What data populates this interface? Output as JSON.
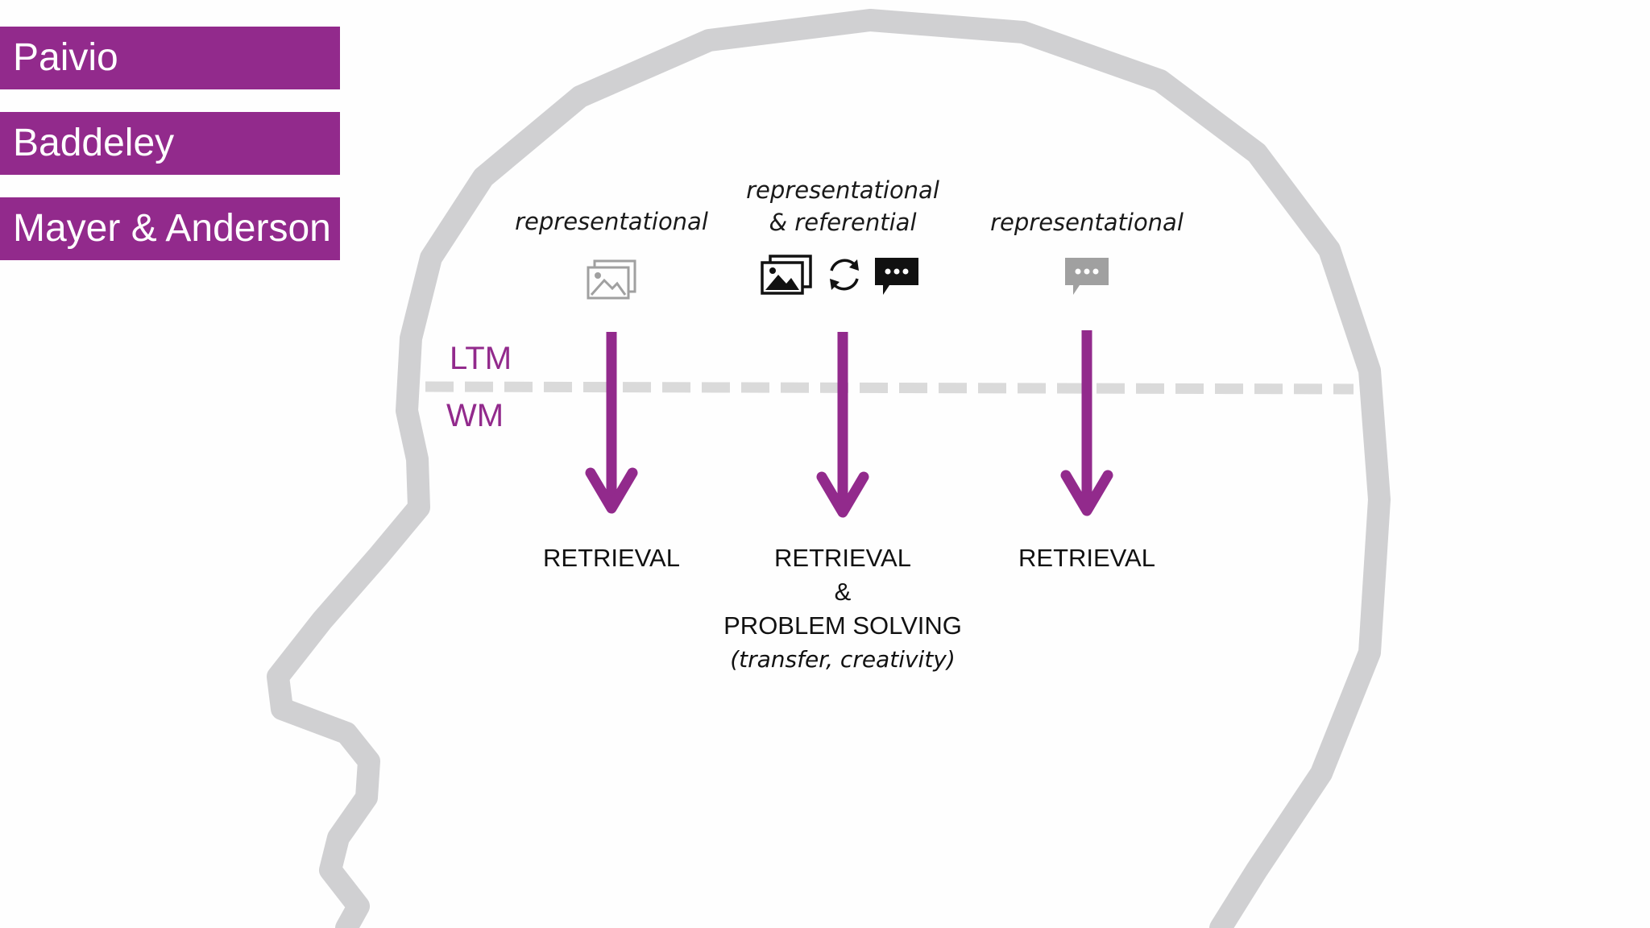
{
  "tags": [
    "Paivio",
    "Baddeley",
    "Mayer & Anderson"
  ],
  "layers": {
    "top": "LTM",
    "bottom": "WM"
  },
  "columns": [
    {
      "heading": [
        "representational"
      ],
      "icons": [
        "picture-icon"
      ],
      "icon_style": "faded",
      "outcome": [
        "RETRIEVAL"
      ]
    },
    {
      "heading": [
        "representational",
        "& referential"
      ],
      "icons": [
        "picture-icon",
        "cycle-icon",
        "speech-bubble-icon"
      ],
      "icon_style": "solid",
      "outcome": [
        "RETRIEVAL",
        "&",
        "PROBLEM SOLVING"
      ],
      "outcome_note": "(transfer, creativity)"
    },
    {
      "heading": [
        "representational"
      ],
      "icons": [
        "speech-bubble-icon"
      ],
      "icon_style": "faded",
      "outcome": [
        "RETRIEVAL"
      ]
    }
  ],
  "colors": {
    "accent": "#922a8c",
    "head_outline": "#d0d0d2",
    "divider": "#dadada",
    "text": "#111111",
    "faded_icon": "#a0a0a0"
  }
}
